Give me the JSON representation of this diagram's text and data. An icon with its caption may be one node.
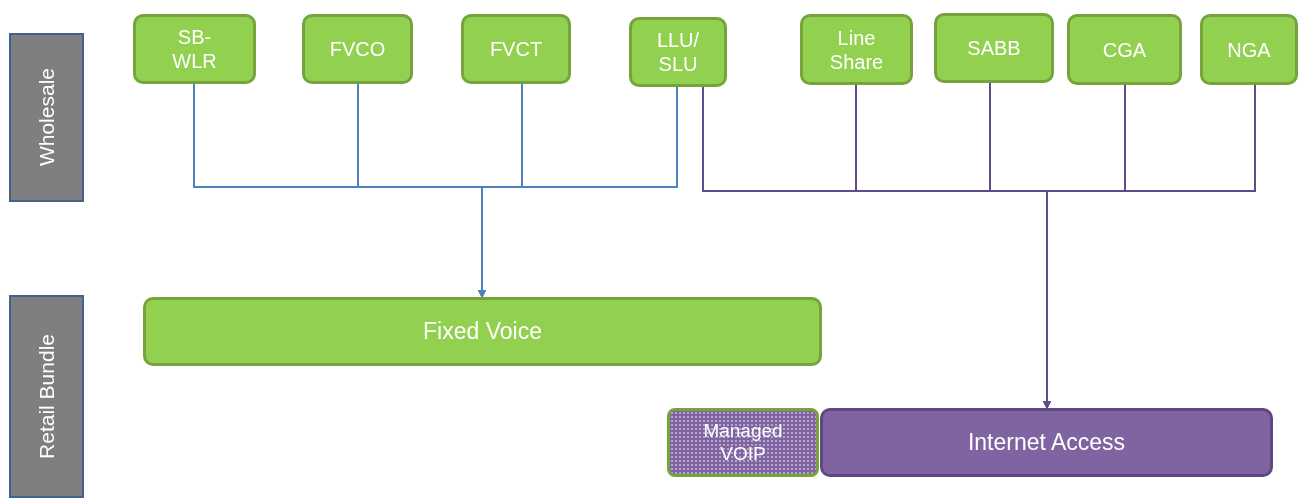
{
  "diagram": {
    "nodes": [
      {
        "text": [
          "Wholesale"
        ]
      },
      {
        "text": [
          "Retail Bundle"
        ]
      },
      {
        "text": [
          "SB- WLR"
        ]
      },
      {
        "text": [
          "FVCO"
        ]
      },
      {
        "text": [
          "FVCT"
        ]
      },
      {
        "text": [
          "LLU/ SLU"
        ]
      },
      {
        "text": [
          "Line Share"
        ]
      },
      {
        "text": [
          "SABB"
        ]
      },
      {
        "text": [
          "CGA"
        ]
      },
      {
        "text": [
          "NGA"
        ]
      },
      {
        "text": [
          "Fixed Voice"
        ]
      },
      {
        "text": [
          "Managed VOIP"
        ]
      },
      {
        "text": [
          "Internet Access"
        ]
      }
    ],
    "edges": [
      {
        "from": 2,
        "to": 10,
        "arrow": "to",
        "color": "#4f81bd"
      },
      {
        "from": 3,
        "to": 10,
        "arrow": "to",
        "color": "#4f81bd"
      },
      {
        "from": 4,
        "to": 10,
        "arrow": "to",
        "color": "#4f81bd"
      },
      {
        "from": 5,
        "to": 10,
        "arrow": "to",
        "color": "#4f81bd"
      },
      {
        "from": 5,
        "to": 12,
        "arrow": "to"
      },
      {
        "from": 6,
        "to": 12,
        "arrow": "to"
      },
      {
        "from": 7,
        "to": 12,
        "arrow": "to"
      },
      {
        "from": 8,
        "to": 12,
        "arrow": "to"
      },
      {
        "from": 9,
        "to": 12,
        "arrow": "to"
      }
    ]
  }
}
